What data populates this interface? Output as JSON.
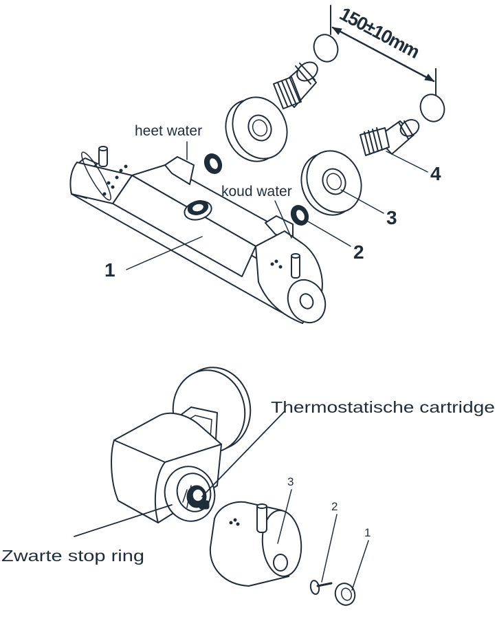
{
  "top_diagram": {
    "dimension_label": "150±10mm",
    "hot_water_label": "heet water",
    "cold_water_label": "koud water",
    "callouts": [
      "1",
      "2",
      "3",
      "4"
    ]
  },
  "bottom_diagram": {
    "cartridge_label": "Thermostatische cartridge",
    "stop_ring_label": "Zwarte stop ring",
    "callouts": [
      "3",
      "2",
      "1"
    ]
  },
  "colors": {
    "ink": "#1f2d3a",
    "paper": "#ffffff"
  }
}
